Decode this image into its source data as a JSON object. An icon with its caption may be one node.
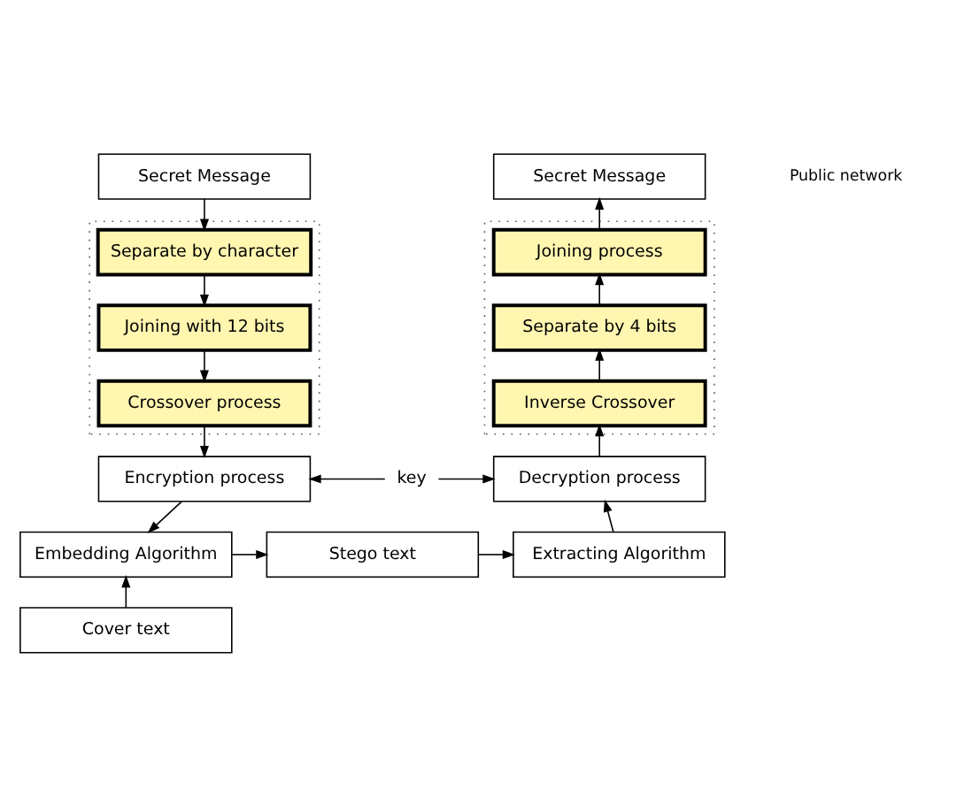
{
  "diagram": {
    "nodes": [
      {
        "text": [
          "Secret Message"
        ]
      },
      {
        "text": [],
        "shape": "box"
      },
      {
        "text": [
          "Separate by character"
        ],
        "in": 1
      },
      {
        "text": [
          "Joining with 12 bits"
        ],
        "in": 1
      },
      {
        "text": [
          "Crossover process"
        ],
        "in": 1
      },
      {
        "text": [
          "Encryption process"
        ]
      },
      {
        "text": [
          "Embedding Algorithm"
        ]
      },
      {
        "text": [
          "Cover text"
        ]
      },
      {
        "text": [
          "Stego text"
        ]
      },
      {
        "text": [
          "key"
        ]
      },
      {
        "text": [
          "Secret Message"
        ]
      },
      {
        "text": [],
        "shape": "box"
      },
      {
        "text": [
          "Joining process"
        ],
        "in": 11
      },
      {
        "text": [
          "Separate by 4 bits"
        ],
        "in": 11
      },
      {
        "text": [
          "Inverse Crossover"
        ],
        "in": 11
      },
      {
        "text": [
          "Decryption process"
        ]
      },
      {
        "text": [
          "Extracting Algorithm"
        ]
      }
    ],
    "edges": [
      {
        "from": 0,
        "to": 2,
        "arrow": "to"
      },
      {
        "from": 2,
        "to": 3,
        "arrow": "to"
      },
      {
        "from": 3,
        "to": 4,
        "arrow": "to"
      },
      {
        "from": 4,
        "to": 5,
        "arrow": "to"
      },
      {
        "from": 5,
        "to": 6,
        "arrow": "to"
      },
      {
        "from": 7,
        "to": 6,
        "arrow": "to"
      },
      {
        "from": 6,
        "to": 8,
        "arrow": "to"
      },
      {
        "from": 8,
        "to": 16,
        "arrow": "to"
      },
      {
        "from": 9,
        "to": 5,
        "arrow": "to"
      },
      {
        "from": 9,
        "to": 15,
        "arrow": "to"
      },
      {
        "from": 16,
        "to": 15,
        "arrow": "to"
      },
      {
        "from": 15,
        "to": 14,
        "arrow": "to"
      },
      {
        "from": 14,
        "to": 13,
        "arrow": "to"
      },
      {
        "from": 13,
        "to": 12,
        "arrow": "to"
      },
      {
        "from": 12,
        "to": 10,
        "arrow": "to"
      }
    ],
    "labels": [
      "Public network"
    ]
  }
}
